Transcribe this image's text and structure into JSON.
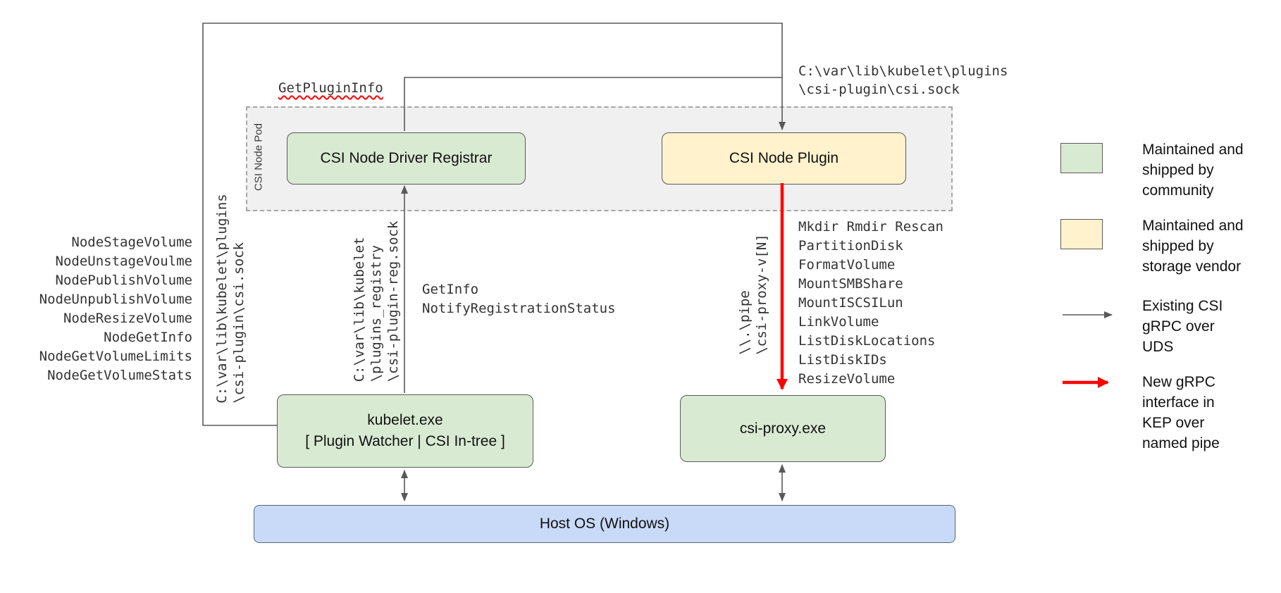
{
  "colors": {
    "community_green": "#d9ead3",
    "vendor_yellow": "#fff2cc",
    "host_blue": "#c9daf8",
    "line_gray": "#595959",
    "new_interface_red": "#ff0000",
    "pod_background": "#f0f0f0"
  },
  "pod": {
    "label": "CSI Node Pod"
  },
  "boxes": {
    "registrar": "CSI Node Driver Registrar",
    "plugin": "CSI Node Plugin",
    "kubelet": "kubelet.exe\n[ Plugin Watcher | CSI In-tree ]",
    "csi_proxy": "csi-proxy.exe",
    "host_os": "Host OS (Windows)"
  },
  "labels": {
    "get_plugin_info": "GetPluginInfo",
    "csi_sock_path_top": "C:\\var\\lib\\kubelet\\plugins\n\\csi-plugin\\csi.sock",
    "csi_sock_path_left": "C:\\var\\lib\\kubelet\\plugins\n\\csi-plugin\\csi.sock",
    "reg_sock_path": "C:\\var\\lib\\kubelet\n\\plugins_registry\n\\csi-plugin-reg.sock",
    "named_pipe_path": "\\\\.\\pipe\n\\csi-proxy-v[N]"
  },
  "registration_calls": [
    "GetInfo",
    "NotifyRegistrationStatus"
  ],
  "node_calls": [
    "NodeStageVolume",
    "NodeUnstageVoulme",
    "NodePublishVolume",
    "NodeUnpublishVolume",
    "NodeResizeVolume",
    "NodeGetInfo",
    "NodeGetVolumeLimits",
    "NodeGetVolumeStats"
  ],
  "proxy_calls": [
    "Mkdir Rmdir Rescan",
    "PartitionDisk",
    "FormatVolume",
    "MountSMBShare",
    "MountISCSILun",
    "LinkVolume",
    "ListDiskLocations",
    "ListDiskIDs",
    "ResizeVolume"
  ],
  "legend": {
    "items": [
      {
        "type": "swatch",
        "color": "#d9ead3",
        "text": "Maintained and\nshipped by\ncommunity"
      },
      {
        "type": "swatch",
        "color": "#fff2cc",
        "text": "Maintained and\nshipped by\nstorage vendor"
      },
      {
        "type": "arrow",
        "color": "#595959",
        "text": "Existing CSI\ngRPC over\nUDS"
      },
      {
        "type": "arrow",
        "color": "#ff0000",
        "text": "New gRPC\ninterface in\nKEP over\nnamed pipe"
      }
    ]
  }
}
